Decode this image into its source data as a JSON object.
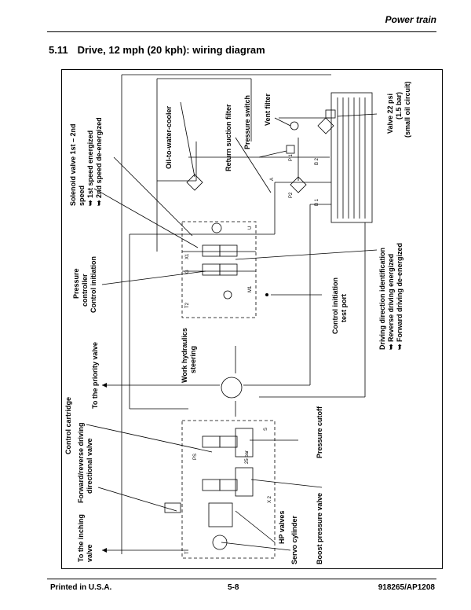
{
  "header": {
    "title": "Power train"
  },
  "section": {
    "number": "5.11",
    "title": "Drive, 12 mph (20 kph): wiring diagram"
  },
  "labels": {
    "solenoid_line1": "Solenoid valve 1st – 2nd",
    "solenoid_line2": "speed",
    "solenoid_line3": "➥ 1st speed energized",
    "solenoid_line4": "➥ 2nd speed de-energized",
    "oil_cooler": "Oil-to-water-cooler",
    "return_filter": "Return suction filter",
    "pressure_switch": "Pressure switch",
    "vent_filter": "Vent filter",
    "valve22_line1": "Valve 22 psi",
    "valve22_line2": "(1.5 bar)",
    "valve22_line3": "(small oil circuit)",
    "pressure_controller_line1": "Pressure",
    "pressure_controller_line2": "controller",
    "pressure_controller_line3": "Control initiation",
    "driving_dir_line1": "Driving direction identification",
    "driving_dir_line2": "➥ Reverse driving energized",
    "driving_dir_line3": "➥ Forward driving de-energized",
    "control_init_line1": "Control initiation",
    "control_init_line2": "test port",
    "work_hydraulics_line1": "Work hydraulics",
    "work_hydraulics_line2": "steering",
    "to_priority": "To the priority valve",
    "control_cartridge": "Control cartridge",
    "fr_valve_line1": "Forward/reverse driving",
    "fr_valve_line2": "directional valve",
    "pressure_cutoff": "Pressure cutoff",
    "to_inching_line1": "To the inching",
    "to_inching_line2": "valve",
    "hp_valves": "HP valves",
    "servo_cylinder": "Servo cylinder",
    "boost_valve": "Boost pressure valve"
  },
  "ports": {
    "p1": "P 1",
    "b2": "B 2",
    "b1": "B 1",
    "p2": "P2",
    "a": "A",
    "u": "U",
    "x1": "X1",
    "g": "G",
    "t2": "T2",
    "m1": "M1",
    "x2": "X 2",
    "ps": "PS",
    "t": "T",
    "s": "S",
    "bar25": "25 bar"
  },
  "footer": {
    "left": "Printed in U.S.A.",
    "center": "5-8",
    "right": "918265/AP1208"
  }
}
